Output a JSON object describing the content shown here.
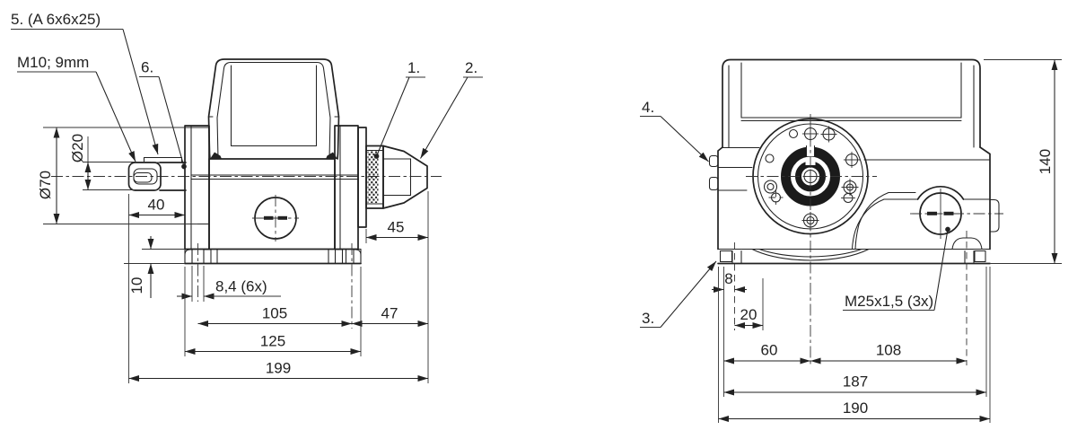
{
  "drawing": {
    "colors": {
      "line": "#222222",
      "background": "#ffffff"
    },
    "side_view": {
      "callouts": {
        "c5": "5. (A 6x6x25)",
        "m10": "M10; 9mm",
        "c6": "6.",
        "c1": "1.",
        "c2": "2."
      },
      "dims": {
        "d70": "Ø70",
        "d20": "Ø20",
        "d40": "40",
        "d45": "45",
        "d10": "10",
        "d84": "8,4 (6x)",
        "d105": "105",
        "d47": "47",
        "d125": "125",
        "d199": "199"
      }
    },
    "front_view": {
      "callouts": {
        "c4": "4.",
        "c3": "3.",
        "m25": "M25x1,5 (3x)"
      },
      "dims": {
        "d140": "140",
        "d8": "8",
        "d20": "20",
        "d60": "60",
        "d108": "108",
        "d187": "187",
        "d190": "190"
      }
    }
  }
}
